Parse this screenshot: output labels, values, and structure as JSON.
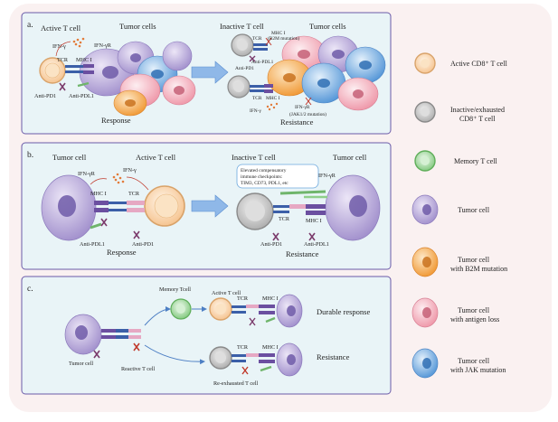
{
  "panels": {
    "a": {
      "letter": "a.",
      "active_t_cell": "Active T cell",
      "tumor_cells_left": "Tumor cells",
      "ifn_gamma": "IFN-γ",
      "ifn_gamma_r": "IFN-γR",
      "tcr": "TCR",
      "mhc1": "MHC I",
      "anti_pd1": "Anti-PD1",
      "anti_pdl1": "Anti-PDL1",
      "response": "Response",
      "inactive_t_cell": "Inactive T cell",
      "tumor_cells_right": "Tumor cells",
      "mhc1_b2m": "MHC I",
      "b2m_mutation": "(B2M mutation)",
      "tcr_r1": "TCR",
      "anti_pdl1_r": "Anti-PDL1",
      "anti_pd1_r": "Anti-PD1",
      "tcr_r2": "TCR",
      "mhc1_r2": "MHC I",
      "ifn_gamma_r_bottom": "IFN-γ",
      "ifn_gamma_r_rec": "IFN-γR",
      "jak_mutation": "(JAK1/2 mutation)",
      "resistance": "Resistance"
    },
    "b": {
      "letter": "b.",
      "tumor_cell_left": "Tumor cell",
      "active_t_cell": "Active T cell",
      "ifn_gamma_r": "IFN-γR",
      "ifn_gamma": "IFN-γ",
      "mhc1": "MHC I",
      "tcr": "TCR",
      "anti_pdl1": "Anti-PDL1",
      "anti_pd1": "Anti-PD1",
      "response": "Response",
      "inactive_t_cell": "Inactive T cell",
      "tumor_cell_right": "Tumor cell",
      "elevated_line1": "Elevated compensatory",
      "elevated_line2": "immune checkpoints:",
      "elevated_line3": "TIM3, CD73, PDL1, etc",
      "ifn_gamma_r_right": "IFN-γR",
      "tcr_r": "TCR",
      "mhc1_r": "MHC I",
      "anti_pd1_r": "Anti-PD1",
      "anti_pdl1_r": "Anti-PDL1",
      "resistance": "Resistance"
    },
    "c": {
      "letter": "c.",
      "memory_tcell": "Memory Tcell",
      "active_t_cell": "Active T cell",
      "tcr_top": "TCR",
      "mhc1_top": "MHC I",
      "durable_response": "Durable response",
      "tumor_cell": "Tumor cell",
      "reactive_t_cell": "Reactive T cell",
      "tcr_bottom": "TCR",
      "mhc1_bottom": "MHC I",
      "resistance": "Resistance",
      "re_exhausted": "Re-exhausted T cell"
    }
  },
  "legend": [
    {
      "label_line1": "Active CD8⁺ T cell",
      "label_line2": ""
    },
    {
      "label_line1": "Inactive/exhausted",
      "label_line2": "CD8⁺ T cell"
    },
    {
      "label_line1": "Memory T cell",
      "label_line2": ""
    },
    {
      "label_line1": "Tumor cell",
      "label_line2": ""
    },
    {
      "label_line1": "Tumor cell",
      "label_line2": "with B2M mutation"
    },
    {
      "label_line1": "Tumor cell",
      "label_line2": "with antigen loss"
    },
    {
      "label_line1": "Tumor cell",
      "label_line2": "with JAK mutation"
    }
  ],
  "colors": {
    "background": "#faf1f1",
    "panel_fill": "#e9f4f7",
    "panel_border": "#6b5aa8",
    "active_t": "#f6c796",
    "inactive_t": "#b8b8b8",
    "memory_t": "#8fcf8a",
    "tumor": "#b7a6d8",
    "tumor_b2m": "#f4a64a",
    "tumor_antigen_loss": "#f2a7b5",
    "tumor_jak": "#6ca8de",
    "arrow": "#8fb8e8"
  }
}
